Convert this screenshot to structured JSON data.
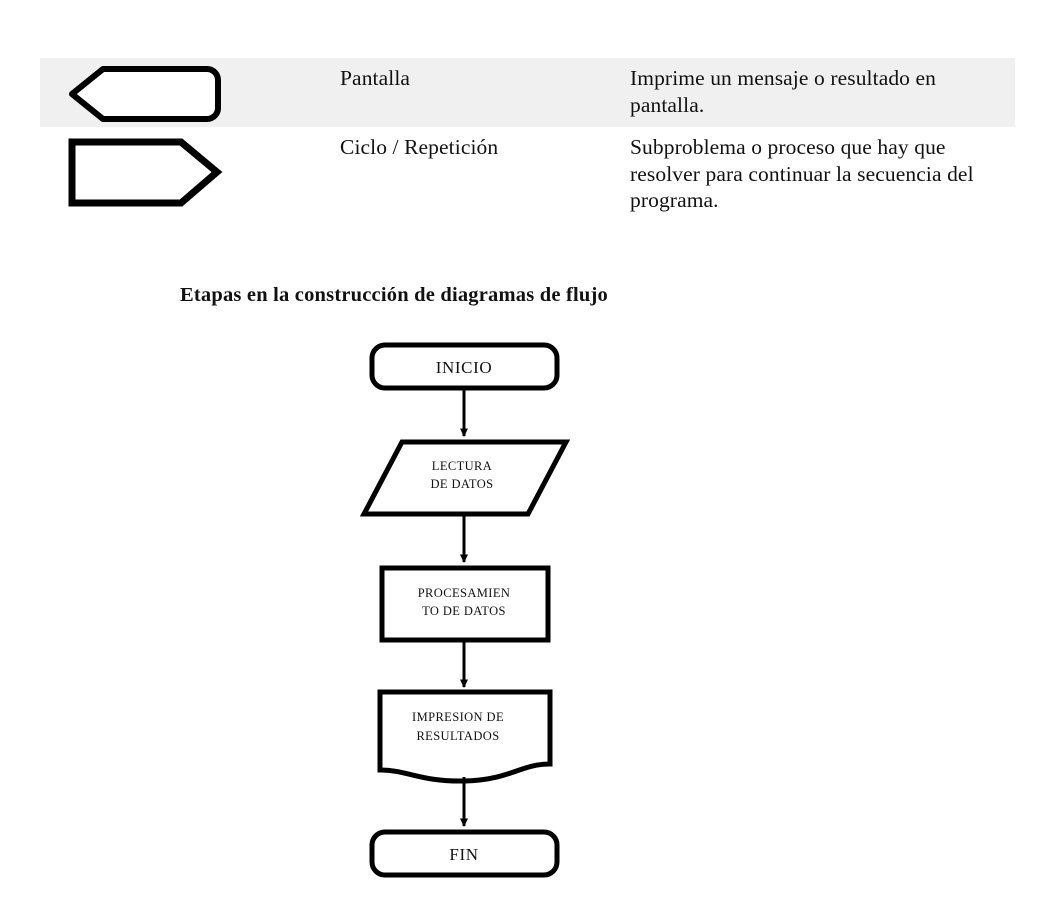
{
  "symbol_table": {
    "rows": [
      {
        "shape": "screen-symbol",
        "name": "Pantalla",
        "description": "Imprime un mensaje o resultado en pantalla.",
        "shaded": true
      },
      {
        "shape": "loop-symbol",
        "name": "Ciclo / Repetición",
        "description": "Subproblema o proceso que hay que resolver para continuar la secuencia del programa.",
        "shaded": false
      }
    ],
    "shaded_row_color": "#f0f0f0"
  },
  "section": {
    "heading": "Etapas en la construcción de diagramas de flujo"
  },
  "flowchart": {
    "stroke_color": "#000000",
    "fill_color": "#ffffff",
    "nodes": [
      {
        "id": "inicio",
        "shape": "terminator",
        "lines": [
          "INICIO"
        ]
      },
      {
        "id": "lectura",
        "shape": "parallelogram",
        "lines": [
          "LECTURA",
          "DE  DATOS"
        ]
      },
      {
        "id": "procesamiento",
        "shape": "process",
        "lines": [
          "PROCESAMIEN",
          "TO DE DATOS"
        ]
      },
      {
        "id": "impresion",
        "shape": "document",
        "lines": [
          "IMPRESION DE",
          "RESULTADOS"
        ]
      },
      {
        "id": "fin",
        "shape": "terminator",
        "lines": [
          "FIN"
        ]
      }
    ],
    "connectors": [
      {
        "from": "inicio",
        "to": "lectura"
      },
      {
        "from": "lectura",
        "to": "procesamiento"
      },
      {
        "from": "procesamiento",
        "to": "impresion"
      },
      {
        "from": "impresion",
        "to": "fin"
      }
    ]
  }
}
